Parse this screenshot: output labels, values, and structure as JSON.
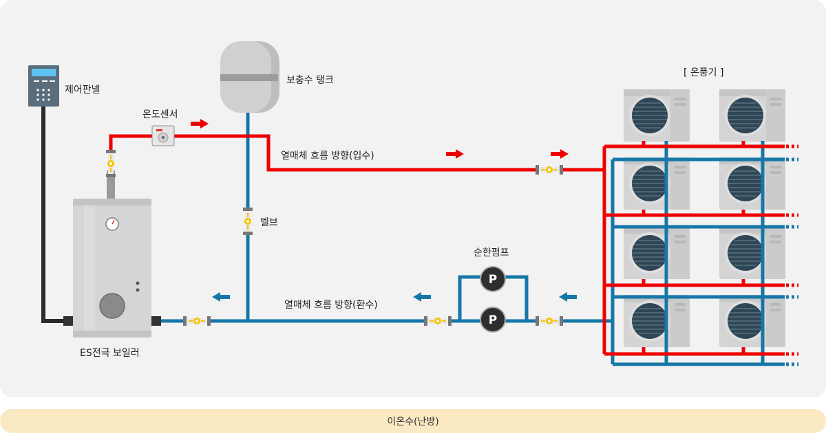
{
  "labels": {
    "control_panel": "제어판넬",
    "temp_sensor": "온도센서",
    "expansion_tank": "보충수 탱크",
    "fancoil_title": "[ 온풍기 ]",
    "flow_supply": "열매체 흐름 방향(입수)",
    "valve": "벨브",
    "circulation_pump": "순한펌프",
    "flow_return": "열매체 흐름 방향(환수)",
    "boiler": "ES전극 보일러",
    "pump_symbol": "P"
  },
  "caption": "이온수(난방)",
  "colors": {
    "supply_pipe": "#ee0000",
    "return_pipe": "#1677a8",
    "control_wire": "#2b2b2b",
    "valve_yellow": "#f5c400",
    "pump_body": "#2e2e2e",
    "caption_bg": "#fbe9c4"
  }
}
